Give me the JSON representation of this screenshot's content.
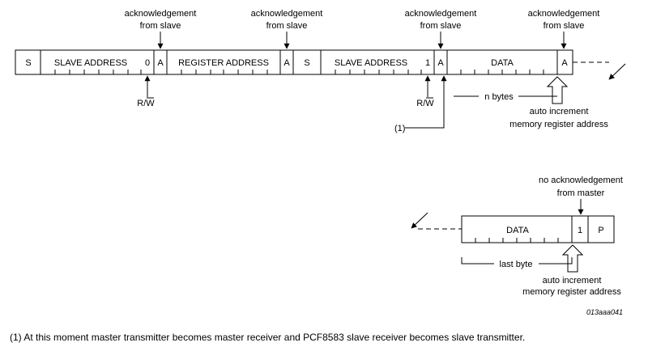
{
  "diagram": {
    "ack_label_line1": "acknowledgement",
    "ack_label_line2": "from slave",
    "row1_cells": [
      "S",
      "SLAVE ADDRESS",
      "0",
      "A",
      "REGISTER ADDRESS",
      "A",
      "S",
      "SLAVE ADDRESS",
      "1",
      "A",
      "DATA",
      "A"
    ],
    "rw_label": "R/W",
    "n_bytes_label": "n bytes",
    "auto_inc_line1": "auto increment",
    "auto_inc_line2": "memory register address",
    "footnote_marker": "(1)",
    "no_ack_line1": "no acknowledgement",
    "no_ack_line2": "from master",
    "row2_cells": [
      "DATA",
      "1",
      "P"
    ],
    "last_byte_label": "last byte",
    "figure_id": "013aaa041",
    "footnote_text": "(1)  At this moment master transmitter becomes master receiver and PCF8583 slave receiver becomes slave transmitter."
  }
}
